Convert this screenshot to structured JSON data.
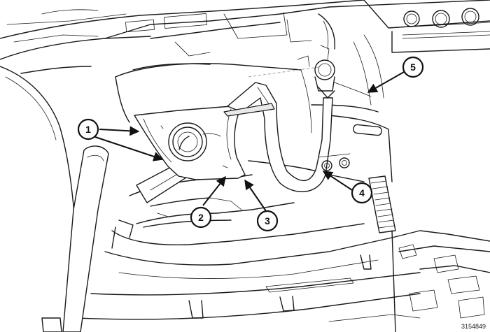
{
  "diagram": {
    "callouts": [
      {
        "id": "1",
        "label": "1"
      },
      {
        "id": "2",
        "label": "2"
      },
      {
        "id": "3",
        "label": "3"
      },
      {
        "id": "4",
        "label": "4"
      },
      {
        "id": "5",
        "label": "5"
      }
    ],
    "figure_id": "3154849",
    "colors": {
      "line": "#1a1a1a",
      "background": "#ffffff",
      "shade": "#e9e9e9"
    }
  }
}
